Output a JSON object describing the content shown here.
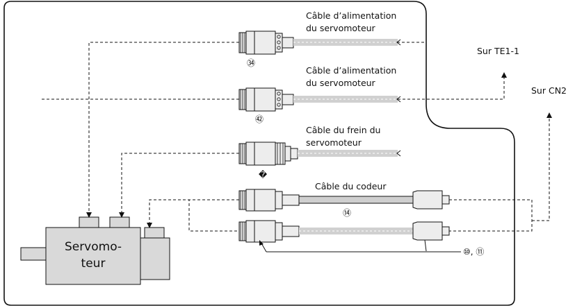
{
  "labels": {
    "cable_power_1_line1": "Câble d’alimentation",
    "cable_power_1_line2": "du servomoteur",
    "cable_power_2_line1": "Câble d’alimentation",
    "cable_power_2_line2": "du servomoteur",
    "cable_brake_line1": "Câble du frein du",
    "cable_brake_line2": "servomoteur",
    "cable_encoder": "Câble du codeur",
    "to_te1": "Sur TE1-1",
    "to_cn2": "Sur CN2",
    "motor_line1": "Servomo-",
    "motor_line2": "teur"
  },
  "part_numbers": {
    "power_1": "㉞",
    "power_2": "㊷",
    "brake": "�",
    "encoder_cable": "⑭",
    "encoder_connectors": "⑩, ⑪"
  },
  "colors": {
    "line": "#111111",
    "motor_fill": "#d9d9d9",
    "cable_fill": "#d0d0d0",
    "connector_fill": "#ededed"
  }
}
